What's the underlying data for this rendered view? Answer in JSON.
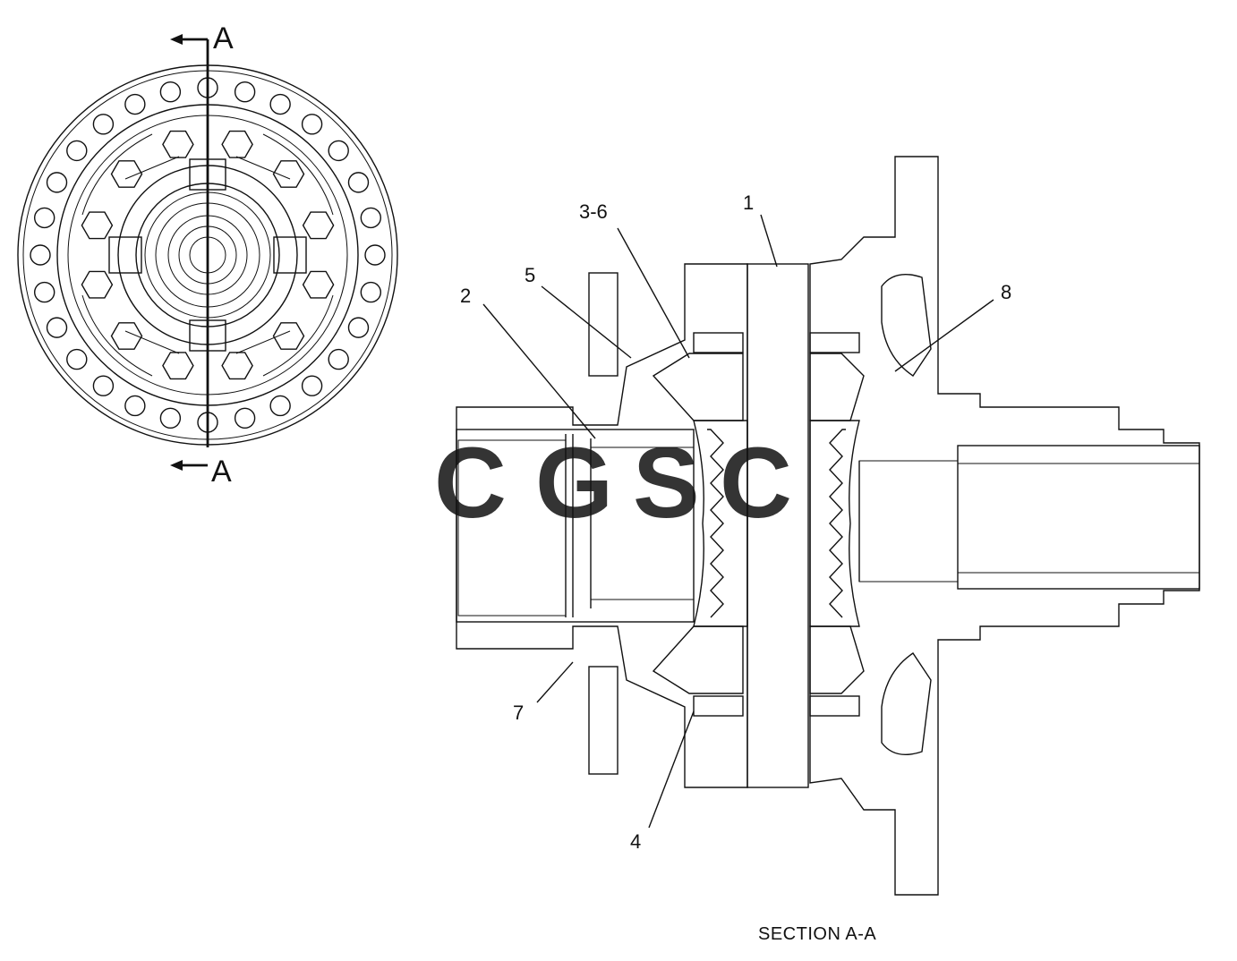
{
  "section_marker": {
    "top": "A",
    "bottom": "A"
  },
  "callouts": [
    "1",
    "2",
    "3-6",
    "4",
    "5",
    "7",
    "8"
  ],
  "section_title": "SECTION A-A",
  "watermark": {
    "letters": [
      "C",
      "G",
      "S",
      "C"
    ],
    "colors": [
      "#4a8ff0",
      "#e8584f",
      "#f5c540",
      "#3aa56b"
    ]
  }
}
